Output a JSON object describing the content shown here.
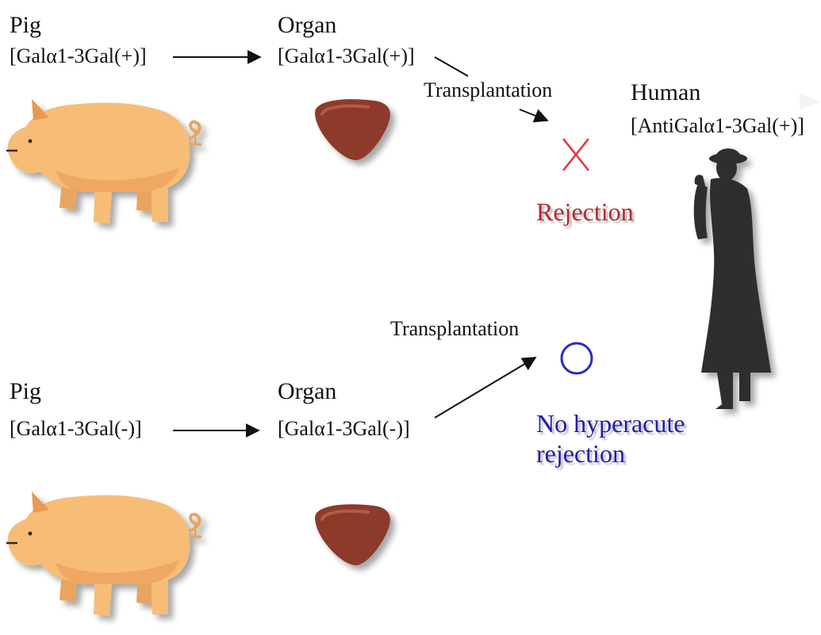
{
  "top_row": {
    "pig_title": "Pig",
    "pig_antigen": "[Galα1-3Gal(+)]",
    "organ_title": "Organ",
    "organ_antigen": "[Galα1-3Gal(+)]",
    "transplant_label": "Transplantation",
    "outcome_label": "Rejection",
    "outcome_symbol": "cross-icon"
  },
  "bottom_row": {
    "pig_title": "Pig",
    "pig_antigen": "[Galα1-3Gal(-)]",
    "organ_title": "Organ",
    "organ_antigen": "[Galα1-3Gal(-)]",
    "transplant_label": "Transplantation",
    "outcome_line1": "No hyperacute",
    "outcome_line2": "rejection",
    "outcome_symbol": "circle-icon"
  },
  "human": {
    "title": "Human",
    "antibody": "[AntiGalα1-3Gal(+)]"
  },
  "colors": {
    "rejection_red": "#b02a2e",
    "cross_red": "#e0333a",
    "accept_blue": "#1f1fa0",
    "pig_fill": "#f7bd76",
    "organ_fill": "#8c3b2c",
    "human_silhouette": "#2e2e2e"
  }
}
